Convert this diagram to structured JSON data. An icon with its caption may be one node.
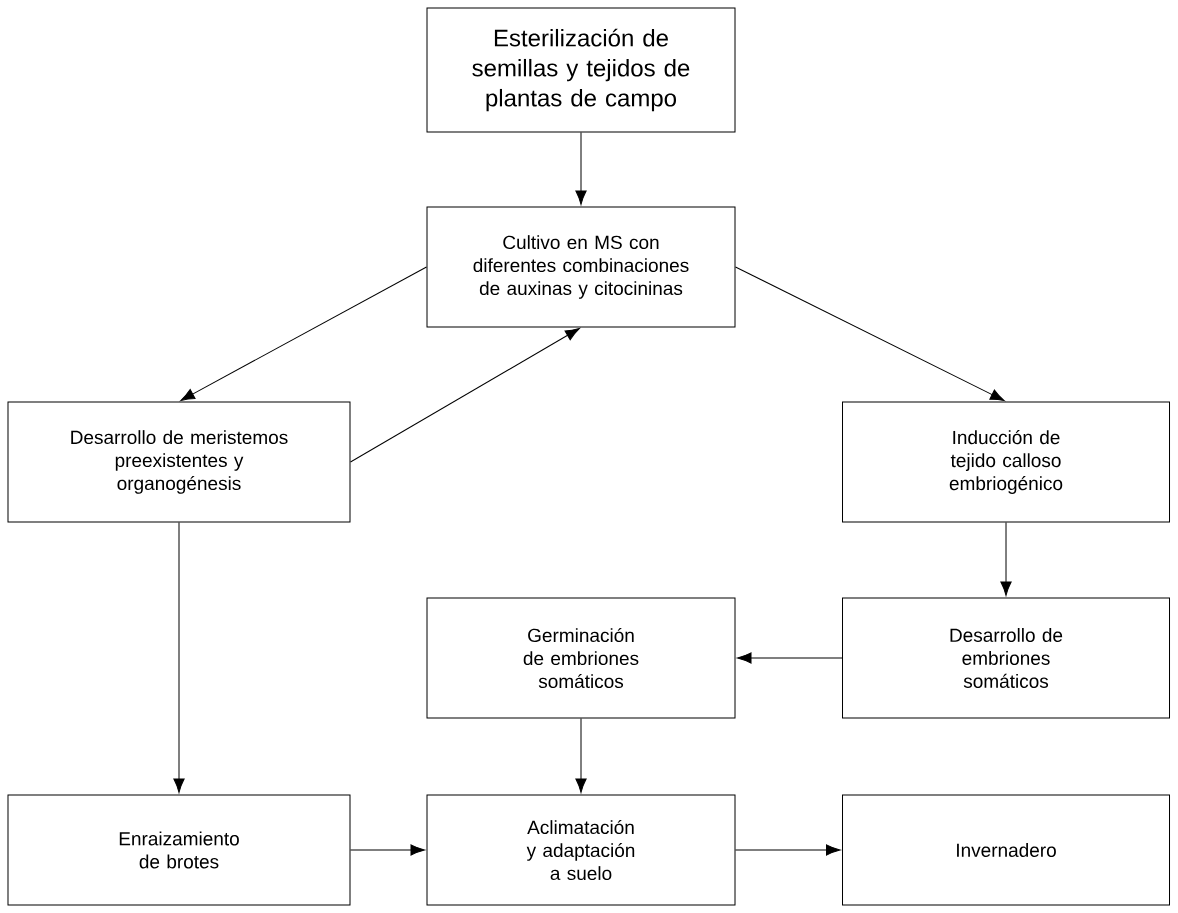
{
  "diagram": {
    "nodes": [
      {
        "text": [
          "Esterilización de semillas y tejidos de plantas de campo"
        ]
      },
      {
        "text": [
          "Cultivo en MS con diferentes combinaciones de auxinas y citocininas"
        ]
      },
      {
        "text": [
          "Desarrollo de meristemos preexistentes y organogénesis"
        ]
      },
      {
        "text": [
          "Inducción de tejido calloso embriogénico"
        ]
      },
      {
        "text": [
          "Germinación de embriones somáticos"
        ]
      },
      {
        "text": [
          "Desarrollo de embriones somáticos"
        ]
      },
      {
        "text": [
          "Enraizamiento de brotes"
        ]
      },
      {
        "text": [
          "Aclimatación y adaptación a suelo"
        ]
      },
      {
        "text": [
          "Invernadero"
        ]
      }
    ],
    "edges": [
      {
        "from": 0,
        "to": 1,
        "arrow": "to"
      },
      {
        "from": 1,
        "to": 2,
        "arrow": "to"
      },
      {
        "from": 2,
        "to": 1,
        "arrow": "to"
      },
      {
        "from": 1,
        "to": 3,
        "arrow": "to"
      },
      {
        "from": 3,
        "to": 5,
        "arrow": "to"
      },
      {
        "from": 5,
        "to": 4,
        "arrow": "to"
      },
      {
        "from": 4,
        "to": 7,
        "arrow": "to"
      },
      {
        "from": 2,
        "to": 6,
        "arrow": "to"
      },
      {
        "from": 6,
        "to": 7,
        "arrow": "to"
      },
      {
        "from": 7,
        "to": 8,
        "arrow": "to"
      }
    ]
  }
}
